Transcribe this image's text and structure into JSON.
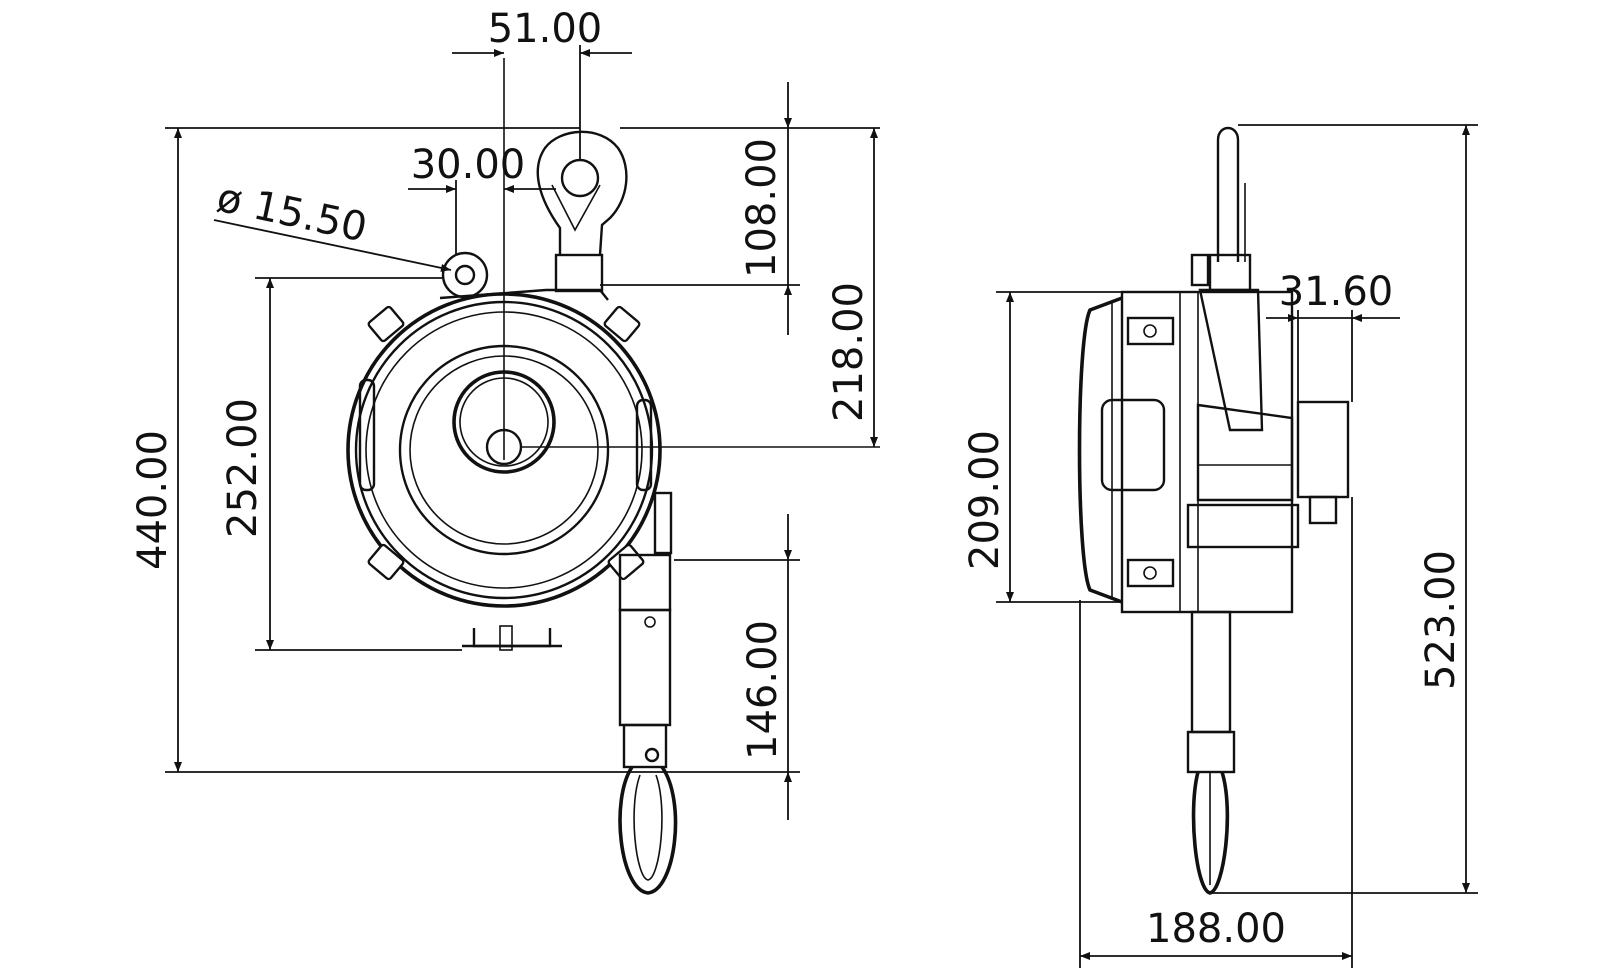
{
  "dimensions": {
    "hook_offset": "51.00",
    "mount_hole_offset": "30.00",
    "mount_hole_diameter": "ø 15.50",
    "hook_height": "108.00",
    "hook_to_center": "218.00",
    "housing_height": "252.00",
    "overall_height_front": "440.00",
    "cable_guide_length": "146.00",
    "side_body_height": "209.00",
    "overall_height_side": "523.00",
    "side_offset": "31.60",
    "overall_depth": "188.00"
  },
  "colors": {
    "line": "#111111",
    "background": "#ffffff"
  }
}
